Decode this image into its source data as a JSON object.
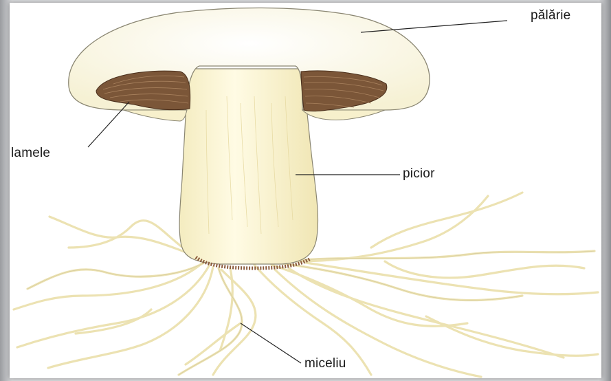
{
  "labels": {
    "cap": "pălărie",
    "gills": "lamele",
    "stem": "picior",
    "mycelium": "miceliu"
  },
  "colors": {
    "cap_fill": "#fdfbe6",
    "cap_outline": "#8a8672",
    "gills": "#7a5638",
    "stem_fill": "#fbf5d2",
    "hyphae": "#efe6b8",
    "leader_line": "#222222"
  }
}
